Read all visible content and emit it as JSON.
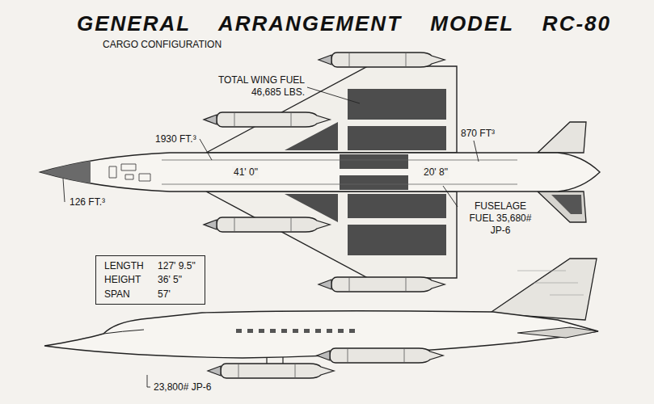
{
  "diagram": {
    "title": "GENERAL ARRANGEMENT MODEL RC-80",
    "nodes": [
      {
        "text": [
          "LENGTH",
          "127' 9.5\"",
          "HEIGHT",
          "36' 5\"",
          "SPAN",
          "57'"
        ]
      }
    ],
    "labels": [
      "CARGO CONFIGURATION",
      "TOTAL WING FUEL 46,685 LBS.",
      "1930 FT.³",
      "870 FT³",
      "41' 0\"",
      "20' 8\"",
      "126 FT.³",
      "FUSELAGE FUEL 35,680# JP-6",
      "23,800# JP-6"
    ]
  }
}
